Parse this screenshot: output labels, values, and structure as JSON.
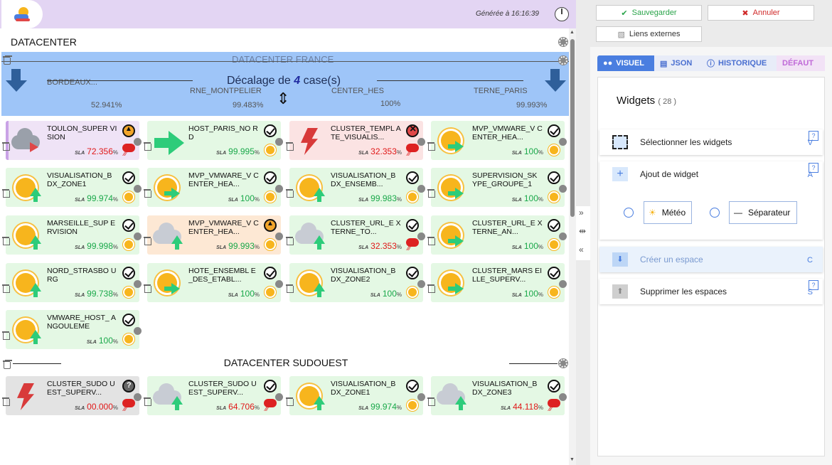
{
  "header": {
    "generated": "Générée à 16:16:39"
  },
  "section1": {
    "title": "DATACENTER",
    "overlay": {
      "prefix": "Décalage de ",
      "count": "4",
      "suffix": " case(s)",
      "faded_group": "DATACENTER FRANCE",
      "faded_names": [
        "BORDEAUX...",
        "RNE_MONTPELIER",
        "CENTER_HES",
        "TERNE_PARIS"
      ],
      "faded_sla": [
        "52.941%",
        "99.483%",
        "100%",
        "99.993%"
      ]
    },
    "widgets": [
      {
        "name": "TOULON_SUPER VISION",
        "status": "warn",
        "sla": "72.356",
        "good": false,
        "fc": "rain",
        "bg": "purple"
      },
      {
        "name": "HOST_PARIS_NO RD",
        "status": "ok",
        "sla": "99.995",
        "good": true,
        "fc": "sun",
        "bg": "green"
      },
      {
        "name": "CLUSTER_TEMPL ATE_VISUALIS...",
        "status": "err",
        "sla": "32.353",
        "good": false,
        "fc": "rain",
        "bg": "red"
      },
      {
        "name": "MVP_VMWARE_V CENTER_HEA...",
        "status": "ok",
        "sla": "100",
        "good": true,
        "fc": "sun",
        "bg": "green"
      },
      {
        "name": "VISUALISATION_B DX_ZONE1",
        "status": "ok",
        "sla": "99.974",
        "good": true,
        "fc": "sun",
        "bg": "green"
      },
      {
        "name": "MVP_VMWARE_V CENTER_HEA...",
        "status": "ok",
        "sla": "100",
        "good": true,
        "fc": "sun",
        "bg": "green"
      },
      {
        "name": "VISUALISATION_B DX_ENSEMB...",
        "status": "ok",
        "sla": "99.983",
        "good": true,
        "fc": "sun",
        "bg": "green"
      },
      {
        "name": "SUPERVISION_SK YPE_GROUPE_1",
        "status": "ok",
        "sla": "100",
        "good": true,
        "fc": "sun",
        "bg": "green"
      },
      {
        "name": "MARSEILLE_SUP ERVISION",
        "status": "ok",
        "sla": "99.998",
        "good": true,
        "fc": "sun",
        "bg": "green"
      },
      {
        "name": "MVP_VMWARE_V CENTER_HEA...",
        "status": "warn",
        "sla": "99.993",
        "good": true,
        "fc": "sun",
        "bg": "orange"
      },
      {
        "name": "CLUSTER_URL_E XTERNE_TO...",
        "status": "ok",
        "sla": "32.353",
        "good": false,
        "fc": "rain",
        "bg": "green"
      },
      {
        "name": "CLUSTER_URL_E XTERNE_AN...",
        "status": "ok",
        "sla": "100",
        "good": true,
        "fc": "sun",
        "bg": "green"
      },
      {
        "name": "NORD_STRASBO URG",
        "status": "ok",
        "sla": "99.738",
        "good": true,
        "fc": "sun",
        "bg": "green"
      },
      {
        "name": "HOTE_ENSEMBL E_DES_ETABL...",
        "status": "ok",
        "sla": "100",
        "good": true,
        "fc": "sun",
        "bg": "green"
      },
      {
        "name": "VISUALISATION_B DX_ZONE2",
        "status": "ok",
        "sla": "100",
        "good": true,
        "fc": "sun",
        "bg": "green"
      },
      {
        "name": "CLUSTER_MARS EILLE_SUPERV...",
        "status": "ok",
        "sla": "100",
        "good": true,
        "fc": "sun",
        "bg": "green"
      },
      {
        "name": "VMWARE_HOST_ ANGOULEME",
        "status": "ok",
        "sla": "100",
        "good": true,
        "fc": "sun",
        "bg": "green"
      }
    ]
  },
  "section2": {
    "title": "DATACENTER SUDOUEST",
    "widgets": [
      {
        "name": "CLUSTER_SUDO UEST_SUPERV...",
        "status": "unk",
        "sla": "00.000",
        "good": false,
        "fc": "rain",
        "bg": "grey"
      },
      {
        "name": "CLUSTER_SUDO UEST_SUPERV...",
        "status": "ok",
        "sla": "64.706",
        "good": false,
        "fc": "rain",
        "bg": "green"
      },
      {
        "name": "VISUALISATION_B DX_ZONE1",
        "status": "ok",
        "sla": "99.974",
        "good": true,
        "fc": "sun",
        "bg": "green"
      },
      {
        "name": "VISUALISATION_B DX_ZONE3",
        "status": "ok",
        "sla": "44.118",
        "good": false,
        "fc": "rain",
        "bg": "green"
      }
    ]
  },
  "sla_label": "SLA",
  "pct": "%",
  "toolbar": {
    "save": "Sauvegarder",
    "cancel": "Annuler",
    "links": "Liens externes"
  },
  "tabs": {
    "visuel": "VISUEL",
    "json": "JSON",
    "historique": "HISTORIQUE",
    "defaut": "DÉFAUT"
  },
  "panel": {
    "title": "Widgets",
    "count": "( 28 )",
    "tools": [
      {
        "label": "Sélectionner les widgets",
        "key": "V"
      },
      {
        "label": "Ajout de widget",
        "key": "A"
      },
      {
        "label": "Créer un espace",
        "key": "C"
      },
      {
        "label": "Supprimer les espaces",
        "key": "S"
      }
    ],
    "help": "?",
    "options": {
      "meteo": "Météo",
      "separateur": "Séparateur"
    }
  }
}
